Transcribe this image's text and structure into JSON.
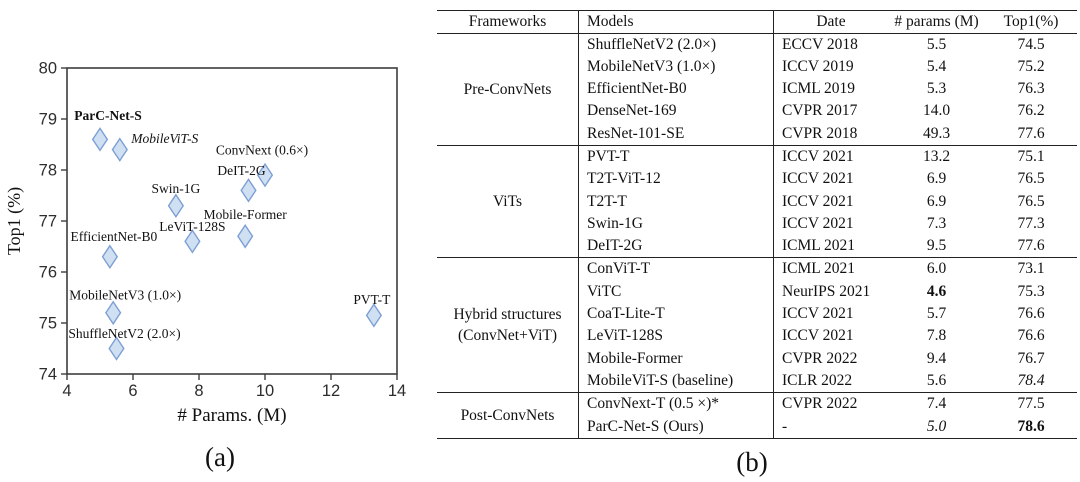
{
  "figure": {
    "caption_a": "(a)",
    "caption_b": "(b)"
  },
  "chart_data": {
    "type": "scatter",
    "title": "",
    "xlabel": "# Params. (M)",
    "ylabel": "Top1 (%)",
    "xlim": [
      4,
      14
    ],
    "ylim": [
      74,
      80
    ],
    "xticks": [
      4,
      6,
      8,
      10,
      12,
      14
    ],
    "yticks": [
      74,
      75,
      76,
      77,
      78,
      79,
      80
    ],
    "grid": false,
    "marker": {
      "shape": "diamond",
      "fill": "#cfe0f3",
      "stroke": "#7e9fd4"
    },
    "points": [
      {
        "label": "ParC-Net-S",
        "x": 5.0,
        "y": 78.6,
        "style": "bold",
        "label_dx": 8,
        "label_dy": -24
      },
      {
        "label": "MobileViT-S",
        "x": 5.6,
        "y": 78.4,
        "style": "italic",
        "label_dx": 45,
        "label_dy": -11
      },
      {
        "label": "ConvNext (0.6×)",
        "x": 10.0,
        "y": 77.9,
        "style": "normal",
        "label_dx": -3,
        "label_dy": -25
      },
      {
        "label": "DeIT-2G",
        "x": 9.5,
        "y": 77.6,
        "style": "normal",
        "label_dx": -7,
        "label_dy": -20
      },
      {
        "label": "Swin-1G",
        "x": 7.3,
        "y": 77.3,
        "style": "normal",
        "label_dx": 0,
        "label_dy": -17
      },
      {
        "label": "Mobile-Former",
        "x": 9.4,
        "y": 76.7,
        "style": "normal",
        "label_dx": 0,
        "label_dy": -22
      },
      {
        "label": "LeViT-128S",
        "x": 7.8,
        "y": 76.6,
        "style": "normal",
        "label_dx": 0,
        "label_dy": -15
      },
      {
        "label": "EfficientNet-B0",
        "x": 5.3,
        "y": 76.3,
        "style": "normal",
        "label_dx": 4,
        "label_dy": -20
      },
      {
        "label": "MobileNetV3 (1.0×)",
        "x": 5.4,
        "y": 75.2,
        "style": "normal",
        "label_dx": 12,
        "label_dy": -18
      },
      {
        "label": "ShuffleNetV2 (2.0×)",
        "x": 5.5,
        "y": 74.5,
        "style": "normal",
        "label_dx": 8,
        "label_dy": -15
      },
      {
        "label": "PVT-T",
        "x": 13.3,
        "y": 75.15,
        "style": "normal",
        "label_dx": -2,
        "label_dy": -16
      }
    ]
  },
  "table": {
    "headers": [
      "Frameworks",
      "Models",
      "Date",
      "# params (M)",
      "Top1(%)"
    ],
    "groups": [
      {
        "framework": "Pre-ConvNets",
        "rows": [
          {
            "model": "ShuffleNetV2 (2.0×)",
            "date": "ECCV 2018",
            "params": "5.5",
            "top1": "74.5"
          },
          {
            "model": "MobileNetV3 (1.0×)",
            "date": "ICCV 2019",
            "params": "5.4",
            "top1": "75.2"
          },
          {
            "model": "EfficientNet-B0",
            "date": "ICML 2019",
            "params": "5.3",
            "top1": "76.3"
          },
          {
            "model": "DenseNet-169",
            "date": "CVPR 2017",
            "params": "14.0",
            "top1": "76.2"
          },
          {
            "model": "ResNet-101-SE",
            "date": "CVPR 2018",
            "params": "49.3",
            "top1": "77.6"
          }
        ]
      },
      {
        "framework": "ViTs",
        "rows": [
          {
            "model": "PVT-T",
            "date": "ICCV 2021",
            "params": "13.2",
            "top1": "75.1"
          },
          {
            "model": "T2T-ViT-12",
            "date": "ICCV 2021",
            "params": "6.9",
            "top1": "76.5"
          },
          {
            "model": "T2T-T",
            "date": "ICCV 2021",
            "params": "6.9",
            "top1": "76.5"
          },
          {
            "model": "Swin-1G",
            "date": "ICCV 2021",
            "params": "7.3",
            "top1": "77.3"
          },
          {
            "model": "DeIT-2G",
            "date": "ICML 2021",
            "params": "9.5",
            "top1": "77.6"
          }
        ]
      },
      {
        "framework": "Hybrid structures\n(ConvNet+ViT)",
        "rows": [
          {
            "model": "ConViT-T",
            "date": "ICML 2021",
            "params": "6.0",
            "top1": "73.1"
          },
          {
            "model": "ViTC",
            "date": "NeurIPS 2021",
            "params": "4.6",
            "top1": "75.3",
            "params_style": "bold"
          },
          {
            "model": "CoaT-Lite-T",
            "date": "ICCV 2021",
            "params": "5.7",
            "top1": "76.6"
          },
          {
            "model": "LeViT-128S",
            "date": "ICCV 2021",
            "params": "7.8",
            "top1": "76.6"
          },
          {
            "model": "Mobile-Former",
            "date": "CVPR 2022",
            "params": "9.4",
            "top1": "76.7"
          },
          {
            "model": "MobileViT-S (baseline)",
            "date": "ICLR 2022",
            "params": "5.6",
            "top1": "78.4",
            "top1_style": "italic"
          }
        ]
      },
      {
        "framework": "Post-ConvNets",
        "rows": [
          {
            "model": "ConvNext-T (0.5 ×)*",
            "date": "CVPR 2022",
            "params": "7.4",
            "top1": "77.5"
          },
          {
            "model": "ParC-Net-S (Ours)",
            "date": "-",
            "params": "5.0",
            "top1": "78.6",
            "params_style": "italic",
            "top1_style": "bold"
          }
        ]
      }
    ]
  }
}
